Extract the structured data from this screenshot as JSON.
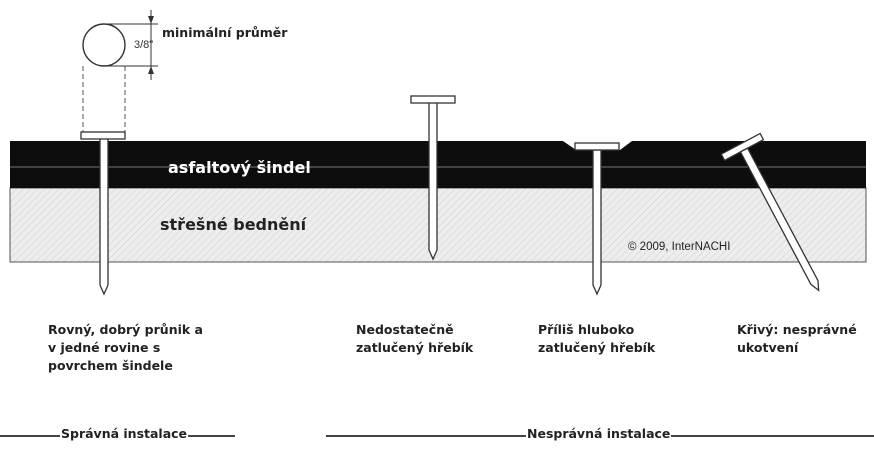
{
  "dimension": {
    "label": "3/8\"",
    "caption": "minimální průměr"
  },
  "layers": {
    "shingle": "asfaltový šindel",
    "sheathing": "střešné bednění"
  },
  "copyright": "© 2009, InterNACHI",
  "nails": [
    {
      "lines": [
        "Rovný, dobrý průnik a",
        "v jedné rovine s",
        "povrchem šindele"
      ]
    },
    {
      "lines": [
        "Nedostatečně",
        "zatlučený hřebík"
      ]
    },
    {
      "lines": [
        "Příliš hluboko",
        "zatlučený hřebík"
      ]
    },
    {
      "lines": [
        "Křivý: nesprávné",
        "ukotvení"
      ]
    }
  ],
  "sections": {
    "correct": "Správná instalace",
    "incorrect": "Nesprávná instalace"
  },
  "colors": {
    "shingle": "#0d0d0d",
    "sheathing": "#ececec",
    "nail_fill": "#ffffff",
    "outline": "#333333"
  }
}
